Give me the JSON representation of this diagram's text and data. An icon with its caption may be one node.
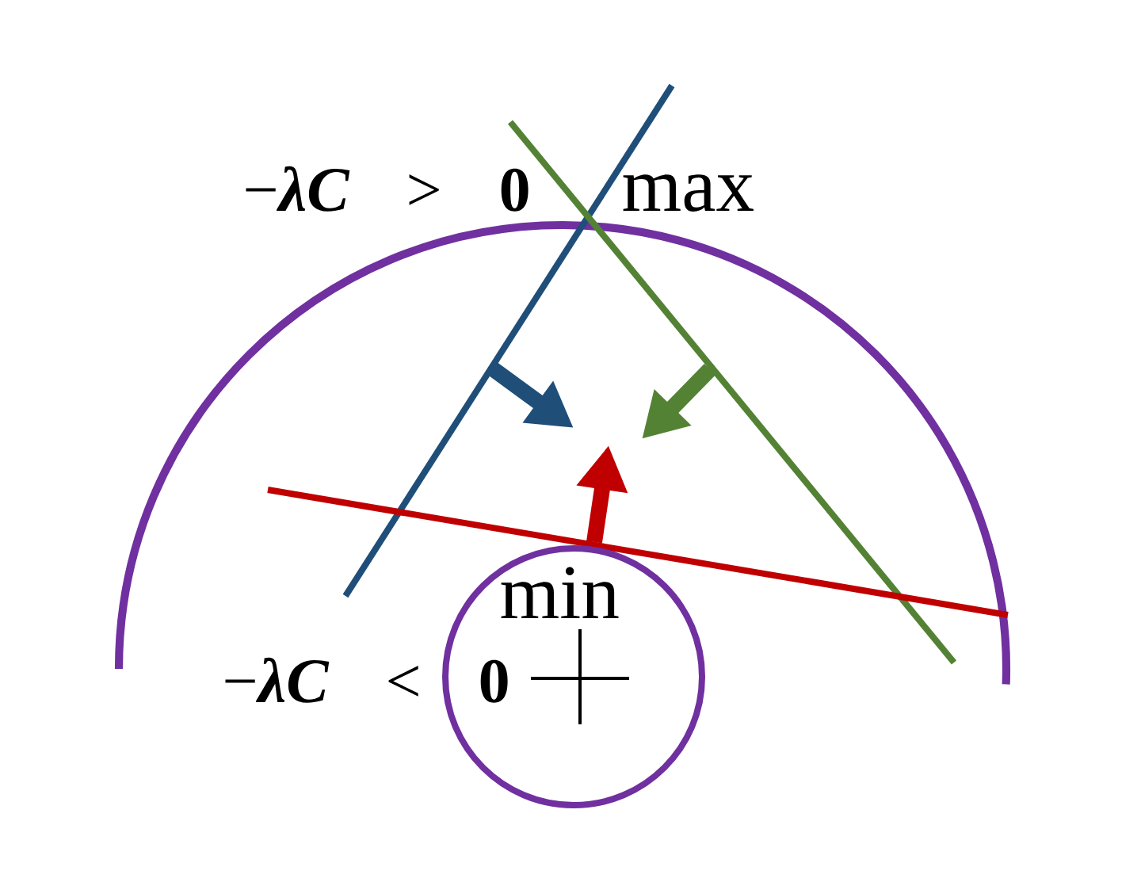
{
  "diagram": {
    "nodes": [
      {
        "text": [
          "min"
        ]
      }
    ],
    "labels": [
      "−*λC* > **0**",
      "max",
      "−*λC* < **0**"
    ]
  }
}
